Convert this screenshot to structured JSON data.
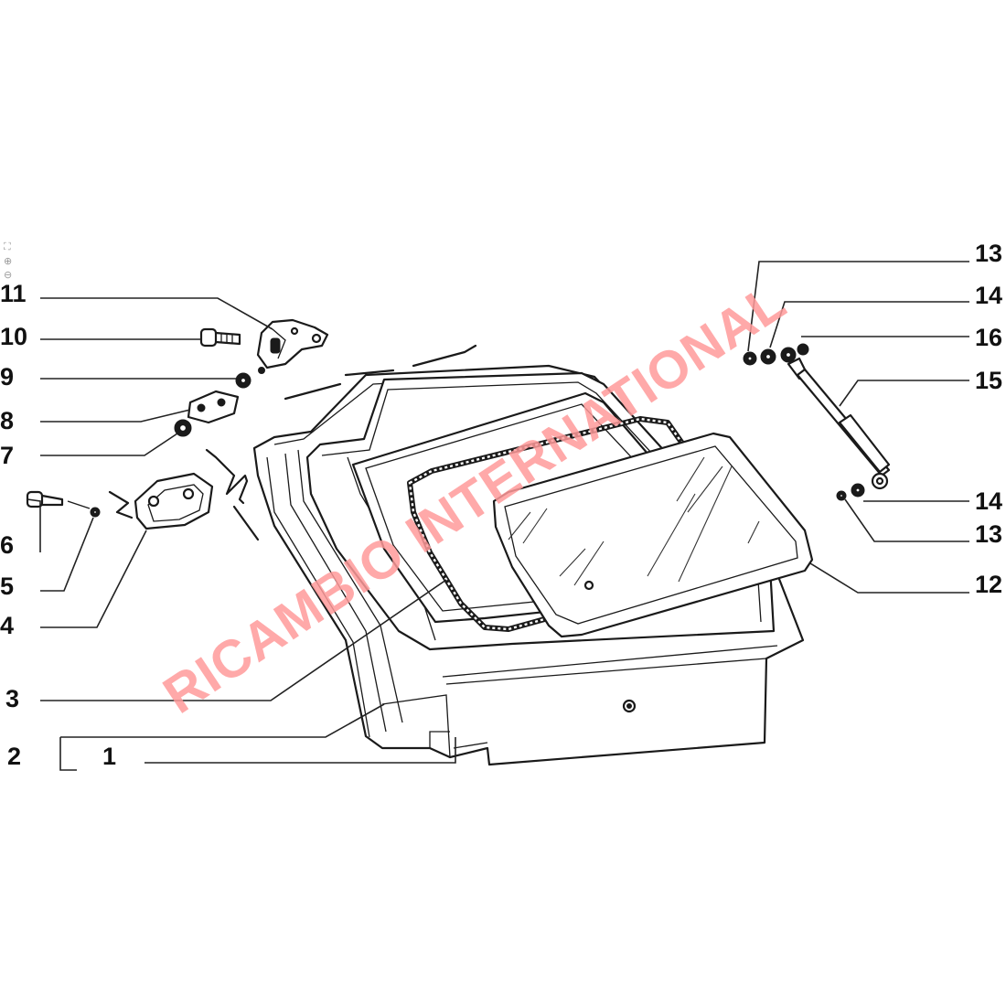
{
  "diagram": {
    "callouts": {
      "c1": "1",
      "c2": "2",
      "c3": "3",
      "c4": "4",
      "c5": "5",
      "c6": "6",
      "c7": "7",
      "c8": "8",
      "c9": "9",
      "c10": "10",
      "c11": "11",
      "c12": "12",
      "c13a": "13",
      "c13b": "13",
      "c14a": "14",
      "c14b": "14",
      "c15": "15",
      "c16": "16"
    },
    "watermark": "RICAMBIO INTERNATIONAL",
    "watermark_color": "#ff9a9a"
  },
  "viewer": {
    "controls": [
      {
        "icon": "fit-screen-icon",
        "glyph": "⛶"
      },
      {
        "icon": "zoom-in-icon",
        "glyph": "⊕"
      },
      {
        "icon": "zoom-out-icon",
        "glyph": "⊖"
      }
    ]
  }
}
